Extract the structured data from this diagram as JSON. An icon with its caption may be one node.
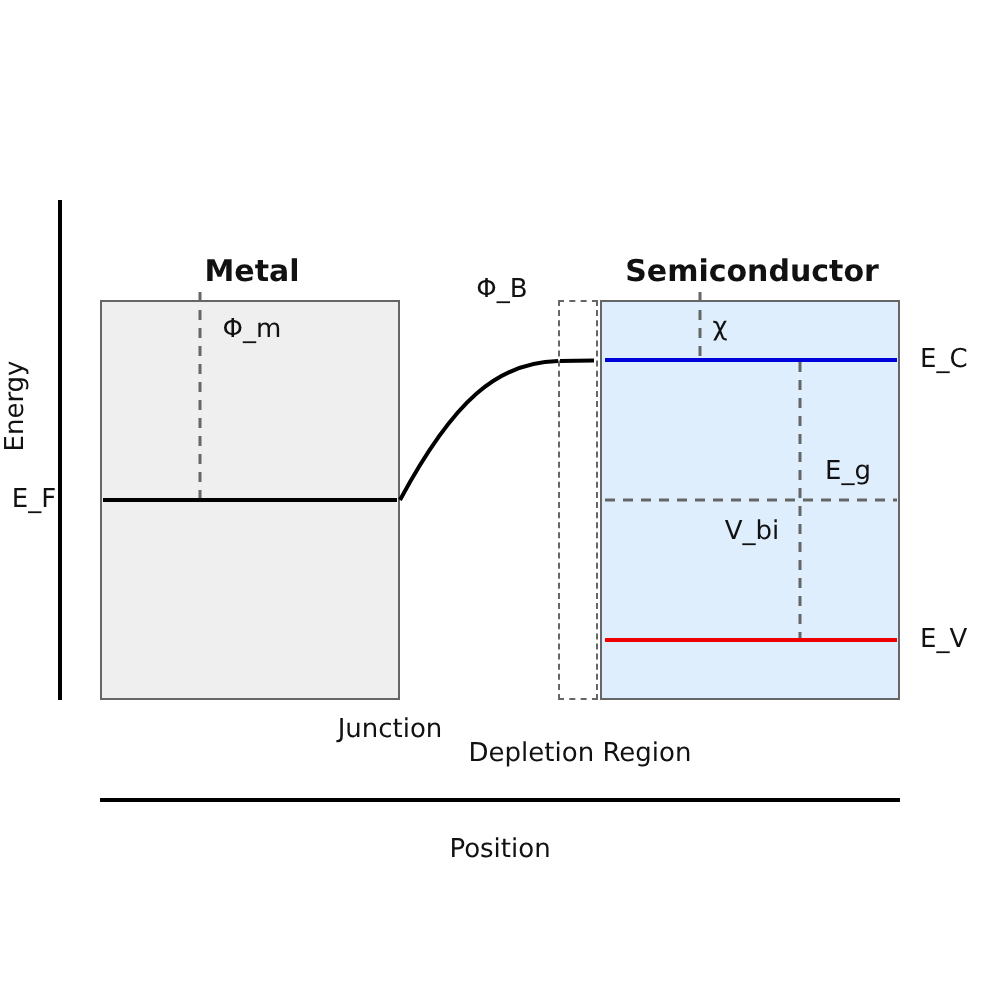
{
  "diagram": {
    "nodes": [
      {
        "text": [
          "Metal"
        ]
      },
      {
        "text": [
          "Semiconductor"
        ]
      },
      {
        "text": [
          "Depletion Region"
        ]
      }
    ],
    "edges": [
      {
        "from": 0,
        "to": 2,
        "arrow": "none"
      }
    ],
    "labels": [
      "Φ_B",
      "χ",
      "Φ_m",
      "E_C",
      "Energy",
      "E_g",
      "E_F",
      "V_bi",
      "E_V",
      "Junction",
      "Position"
    ]
  }
}
